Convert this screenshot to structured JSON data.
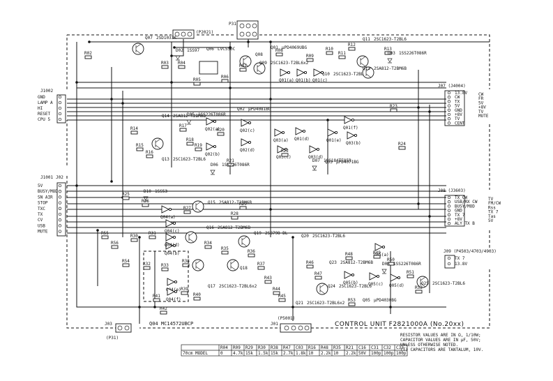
{
  "board": {
    "title": "CONTROL UNIT F2821000A (No.20xx)",
    "ic_label": "Q04 MC14572UBCP"
  },
  "connectors": {
    "p2021": "(P2021)",
    "p31": "P31",
    "j1001": "J1001",
    "j1002": "J1002",
    "j07": "J07 (J4004)",
    "j08": "J08 (J3603)",
    "j09": "J09 (P4503/4703/4903)",
    "j03": "J03",
    "p31b": "(P31)",
    "p5001": "(P5001)",
    "j01": "J01",
    "j02": "J02"
  },
  "pins_left_top": [
    "GND",
    "LAMP A",
    "HI",
    "RESET",
    "CPU 5"
  ],
  "pins_left_bottom": [
    "5V",
    "BUSY/MOD",
    "SN AIR",
    "STOP",
    "TXC",
    "TX",
    "CV",
    "USB",
    "MUTE"
  ],
  "pins_right_top": [
    "13.8V",
    "CW",
    "TX",
    "5V",
    "GND",
    "+8V",
    "TV",
    "CENT"
  ],
  "pins_right_top_side": [
    "CW",
    "FR",
    "5V",
    "+8V",
    "TV",
    "MUTE"
  ],
  "pins_right_mid": [
    "TX CW",
    "USB/RX CW",
    "BUSY/MOD",
    "GND",
    "TX 7",
    "+8V",
    "ALY TX B"
  ],
  "pins_right_mid_side": [
    "TV",
    "FM/CW",
    "Rss",
    "TX 7",
    "Tas",
    "5V"
  ],
  "pins_right_bottom": [
    "TX 7",
    "13.8V"
  ],
  "transistors": [
    {
      "ref": "Q07",
      "part": "2SD1033K"
    },
    {
      "ref": "Q06",
      "part": "LVC550C"
    },
    {
      "ref": "Q08",
      "part": ""
    },
    {
      "ref": "Q09",
      "part": "2SC1623-T2BL6x2"
    },
    {
      "ref": "Q01",
      "part": "µPD4069UBG"
    },
    {
      "ref": "Q11",
      "part": "2SC1623-T2BL6"
    },
    {
      "ref": "Q10",
      "part": "2SC1623-T2BL6"
    },
    {
      "ref": "Q12",
      "part": "2SA812-T2BM6B"
    },
    {
      "ref": "Q14",
      "part": "2SA812-T2BM6B"
    },
    {
      "ref": "Q02",
      "part": "µPD4081BG"
    },
    {
      "ref": "Q13",
      "part": "2SC1623-T2BL6"
    },
    {
      "ref": "Q03",
      "part": "µPD4071BG"
    },
    {
      "ref": "Q15",
      "part": "2SA812-T2BM6B"
    },
    {
      "ref": "Q16",
      "part": "2SA812-T2BM6B"
    },
    {
      "ref": "Q19",
      "part": "2SB798-DL"
    },
    {
      "ref": "Q20",
      "part": "2SC1623-T2BL6"
    },
    {
      "ref": "Q17",
      "part": "2SC1623-T2BL6x2"
    },
    {
      "ref": "Q18",
      "part": ""
    },
    {
      "ref": "Q23",
      "part": "2SA812-T2BM6B"
    },
    {
      "ref": "Q21",
      "part": "2SC1623-T2BL6x2"
    },
    {
      "ref": "Q24",
      "part": "2SC1623-T2BL6"
    },
    {
      "ref": "Q05",
      "part": "µPD4030BG"
    },
    {
      "ref": "Q25",
      "part": "2SC1623-T2BL6"
    }
  ],
  "gates": [
    "Q01(a)",
    "Q01(b)",
    "Q01(c)",
    "Q01(d)",
    "Q01(e)",
    "Q01(f)",
    "Q02(a)",
    "Q02(b)",
    "Q02(c)",
    "Q02(d)",
    "Q03(a)",
    "Q03(b)",
    "Q03(c)",
    "Q03(d)",
    "Q04(a)",
    "Q04(b)",
    "Q04(c)",
    "Q04(d)",
    "Q04(e)",
    "Q04(f)",
    "Q05(a)",
    "Q05(b)",
    "Q05(c)",
    "Q05(d)"
  ],
  "diodes": [
    {
      "ref": "D02",
      "part": "1SS97"
    },
    {
      "ref": "D03",
      "part": "1SS226T086R"
    },
    {
      "ref": "D05",
      "part": "1SS226T086R"
    },
    {
      "ref": "D06",
      "part": "1SS226T086R"
    },
    {
      "ref": "D07",
      "part": "1SS184TE85R"
    },
    {
      "ref": "D08",
      "part": "1SS226T086R"
    },
    {
      "ref": "D10",
      "part": "1SS53"
    }
  ],
  "resistors": [
    "R02",
    "R03",
    "R04",
    "R05",
    "R06",
    "R07",
    "R08",
    "R09",
    "R10",
    "R11",
    "R12",
    "R13",
    "R14",
    "R15",
    "R16",
    "R17",
    "R18",
    "R19",
    "R20",
    "R21",
    "R22",
    "R23",
    "R24",
    "R25",
    "R26",
    "R27",
    "R28",
    "R29",
    "R30",
    "R31",
    "R32",
    "R33",
    "R34",
    "R35",
    "R36",
    "R37",
    "R38",
    "R39",
    "R40",
    "R41",
    "R42",
    "R43",
    "R44",
    "R45",
    "R46",
    "R47",
    "R48",
    "R49",
    "R50",
    "R51",
    "R52",
    "R53",
    "R54",
    "R55",
    "R56"
  ],
  "notes": [
    "RESISTOR VALUES ARE IN Ω, 1/10W;",
    "CAPACITOR VALUES ARE IN µF, 50V;",
    "UNLESS OTHERWISE NOTED.",
    "(T) CAPACITORS ARE TANTALUM, 10V."
  ],
  "value_table": {
    "headers": [
      "",
      "R04",
      "R09",
      "R29",
      "R30",
      "R38",
      "R47",
      "C03",
      "R16",
      "R48",
      "R35",
      "R21",
      "C16",
      "C31",
      "C32",
      "C33"
    ],
    "rows": [
      [
        "70cm MODEL",
        "0",
        "4.7k",
        "15k",
        "1.5k",
        "15k",
        "2.7k",
        "1.8k",
        "10",
        "2.2k",
        "10",
        "2.2k",
        "50V",
        "100p",
        "100p",
        "100p"
      ]
    ]
  }
}
